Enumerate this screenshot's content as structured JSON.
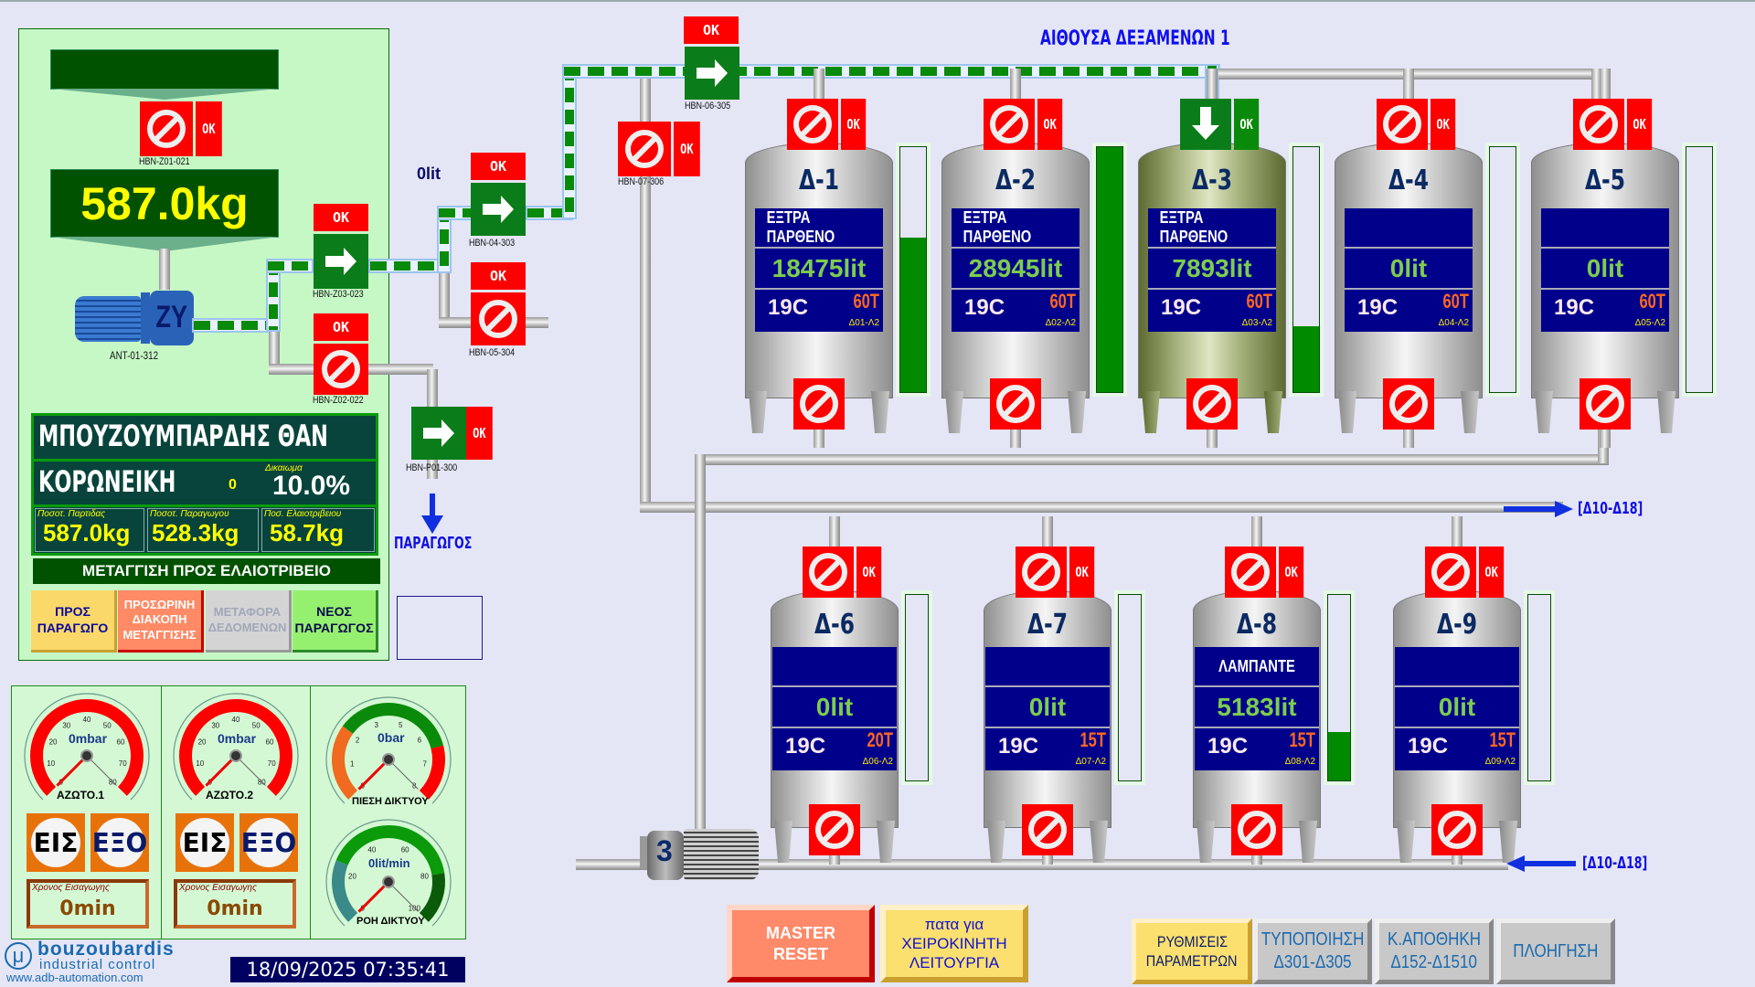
{
  "header": {
    "title": "ΑΙΘΟΥΣΑ ΔΕΞΑΜΕΝΩΝ  1"
  },
  "intake": {
    "hopper_label": "",
    "valve_z01": {
      "label": "HBN-Z01-021",
      "status": "OK"
    },
    "weight": "587.0kg",
    "pump": {
      "label": "ANT-01-312",
      "letter": "ZY"
    },
    "valve_z03": {
      "label": "HBN-Z03-023",
      "status": "OK"
    },
    "valve_z02": {
      "label": "HBN-Z02-022",
      "status": "OK"
    }
  },
  "flow_readout": "0lit",
  "valves": {
    "v04": {
      "label": "HBN-04-303",
      "status": "OK"
    },
    "v05": {
      "label": "HBN-05-304",
      "status": "OK"
    },
    "v06": {
      "label": "HBN-06-305",
      "status": "OK"
    },
    "v07": {
      "label": "HBN-07-306",
      "status": "OK"
    },
    "p01": {
      "label": "HBN-P01-300",
      "status": "OK"
    }
  },
  "producer_arrow_label": "ΠΑΡΑΓΩΓΟΣ",
  "batch": {
    "producer": "ΜΠΟΥΖΟΥΜΠΑΡΔΗΣ ΘΑΝ",
    "variety": "ΚΟΡΩΝΕΙΚΗ",
    "zero": "0",
    "right_label": "Δικαιωμα",
    "right_value": "10.0%",
    "cells": [
      {
        "label": "Ποσοτ. Παρτιδας",
        "value": "587.0kg"
      },
      {
        "label": "Ποσοτ. Παραγωγου",
        "value": "528.3kg"
      },
      {
        "label": "Ποσ. Ελαιοτριβειου",
        "value": "58.7kg"
      }
    ],
    "transfer_title": "ΜΕΤΑΓΓΙΣΗ ΠΡΟΣ ΕΛΑΙΟΤΡΙΒΕΙΟ",
    "buttons": [
      {
        "line1": "ΠΡΟΣ",
        "line2": "ΠΑΡΑΓΩΓΟ",
        "line3": ""
      },
      {
        "line1": "ΠΡΟΣΩΡΙΝΗ",
        "line2": "ΔΙΑΚΟΠΗ",
        "line3": "ΜΕΤΑΓΓΙΣΗΣ"
      },
      {
        "line1": "ΜΕΤΑΦΟΡΑ",
        "line2": "ΔΕΔΟΜΕΝΩΝ",
        "line3": ""
      },
      {
        "line1": "ΝΕΟΣ",
        "line2": "ΠΑΡΑΓΩΓΟΣ",
        "line3": ""
      }
    ]
  },
  "gauges": [
    {
      "id": "n1",
      "label": "ΑΖΩΤΟ.1",
      "value": "0mbar",
      "ticks": [
        "0",
        "10",
        "20",
        "30",
        "40",
        "50",
        "60",
        "70",
        "80"
      ],
      "reading": 0
    },
    {
      "id": "n2",
      "label": "ΑΖΩΤΟ.2",
      "value": "0mbar",
      "ticks": [
        "0",
        "10",
        "20",
        "30",
        "40",
        "50",
        "60",
        "70",
        "80"
      ],
      "reading": 0
    },
    {
      "id": "p",
      "label": "ΠΙΕΣΗ ΔΙΚΤΥΟΥ",
      "value": "0bar",
      "ticks": [
        "0",
        "1",
        "2",
        "3",
        "5",
        "6",
        "7",
        "8"
      ],
      "reading": 0
    },
    {
      "id": "f",
      "label": "ΡΟΗ ΔΙΚΤΥΟΥ",
      "value": "0lit/min",
      "ticks": [
        "0",
        "20",
        "40",
        "60",
        "80",
        "100"
      ],
      "reading": 0
    }
  ],
  "nitrogen": [
    {
      "in_label": "ΕΙΣ",
      "out_label": "ΕΞΟ",
      "time_label": "Χρονος Εισαγωγης",
      "time_value": "0min"
    },
    {
      "in_label": "ΕΙΣ",
      "out_label": "ΕΞΟ",
      "time_label": "Χρονος Εισαγωγης",
      "time_value": "0min"
    }
  ],
  "logo": {
    "name": "bouzoubardis",
    "sub": "industrial control",
    "url_text": "www.adb-automation.com",
    "mark": "μ"
  },
  "datetime": "18/09/2025 07:35:41",
  "tanks": [
    {
      "name": "Δ-1",
      "product": "ΕΞΤΡΑ ΠΑΡΘΕΝΟ",
      "volume": "18475lit",
      "temp": "19C",
      "capacity": "60T",
      "code": "Δ01-Λ2",
      "level": 0.63,
      "inlet": "stop",
      "inlet_status": "OK"
    },
    {
      "name": "Δ-2",
      "product": "ΕΞΤΡΑ ΠΑΡΘΕΝΟ",
      "volume": "28945lit",
      "temp": "19C",
      "capacity": "60T",
      "code": "Δ02-Λ2",
      "level": 1.0,
      "inlet": "stop",
      "inlet_status": "OK"
    },
    {
      "name": "Δ-3",
      "product": "ΕΞΤΡΑ ΠΑΡΘΕΝΟ",
      "volume": "7893lit",
      "temp": "19C",
      "capacity": "60T",
      "code": "Δ03-Λ2",
      "level": 0.27,
      "inlet": "open",
      "inlet_status": "OK"
    },
    {
      "name": "Δ-4",
      "product": "",
      "volume": "0lit",
      "temp": "19C",
      "capacity": "60T",
      "code": "Δ04-Λ2",
      "level": 0,
      "inlet": "stop",
      "inlet_status": "OK"
    },
    {
      "name": "Δ-5",
      "product": "",
      "volume": "0lit",
      "temp": "19C",
      "capacity": "60T",
      "code": "Δ05-Λ2",
      "level": 0,
      "inlet": "stop",
      "inlet_status": "OK"
    },
    {
      "name": "Δ-6",
      "product": "",
      "volume": "0lit",
      "temp": "19C",
      "capacity": "20T",
      "code": "Δ06-Λ2",
      "level": 0,
      "inlet": "stop",
      "inlet_status": "OK"
    },
    {
      "name": "Δ-7",
      "product": "",
      "volume": "0lit",
      "temp": "19C",
      "capacity": "15T",
      "code": "Δ07-Λ2",
      "level": 0,
      "inlet": "stop",
      "inlet_status": "OK"
    },
    {
      "name": "Δ-8",
      "product": "ΛΑΜΠΑΝΤΕ",
      "volume": "5183lit",
      "temp": "19C",
      "capacity": "15T",
      "code": "Δ08-Λ2",
      "level": 0.26,
      "inlet": "stop",
      "inlet_status": "OK"
    },
    {
      "name": "Δ-9",
      "product": "",
      "volume": "0lit",
      "temp": "19C",
      "capacity": "15T",
      "code": "Δ09-Λ2",
      "level": 0,
      "inlet": "stop",
      "inlet_status": "OK"
    }
  ],
  "routes": {
    "out_label": "[Δ10-Δ18]",
    "in_label": "[Δ10-Δ18]"
  },
  "pump3": {
    "number": "3"
  },
  "bottom_buttons": {
    "master_reset": {
      "line1": "MASTER",
      "line2": "RESET"
    },
    "manual": {
      "line1": "πατα για",
      "line2": "ΧΕΙΡΟΚΙΝΗΤΗ",
      "line3": "ΛΕΙΤΟΥΡΓΙΑ"
    },
    "settings": {
      "line1": "ΡΥΘΜΙΣΕΙΣ",
      "line2": "ΠΑΡΑΜΕΤΡΩΝ"
    },
    "bottling": {
      "line1": "ΤΥΠΟΠΟΙΗΣΗ",
      "line2": "Δ301-Δ305"
    },
    "storage": {
      "line1": "Κ.ΑΠΟΘΗΚΗ",
      "line2": "Δ152-Δ1510"
    },
    "navigation": {
      "line1": "ΠΛΟΗΓΗΣΗ"
    }
  }
}
